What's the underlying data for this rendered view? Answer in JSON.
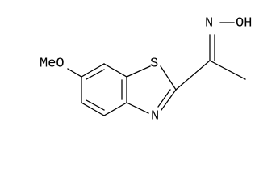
{
  "molecule": {
    "labels": {
      "methoxy": "MeO",
      "sulfur": "S",
      "ring_nitrogen": "N",
      "oxime_nitrogen": "N",
      "hydroxyl": "OH"
    }
  }
}
